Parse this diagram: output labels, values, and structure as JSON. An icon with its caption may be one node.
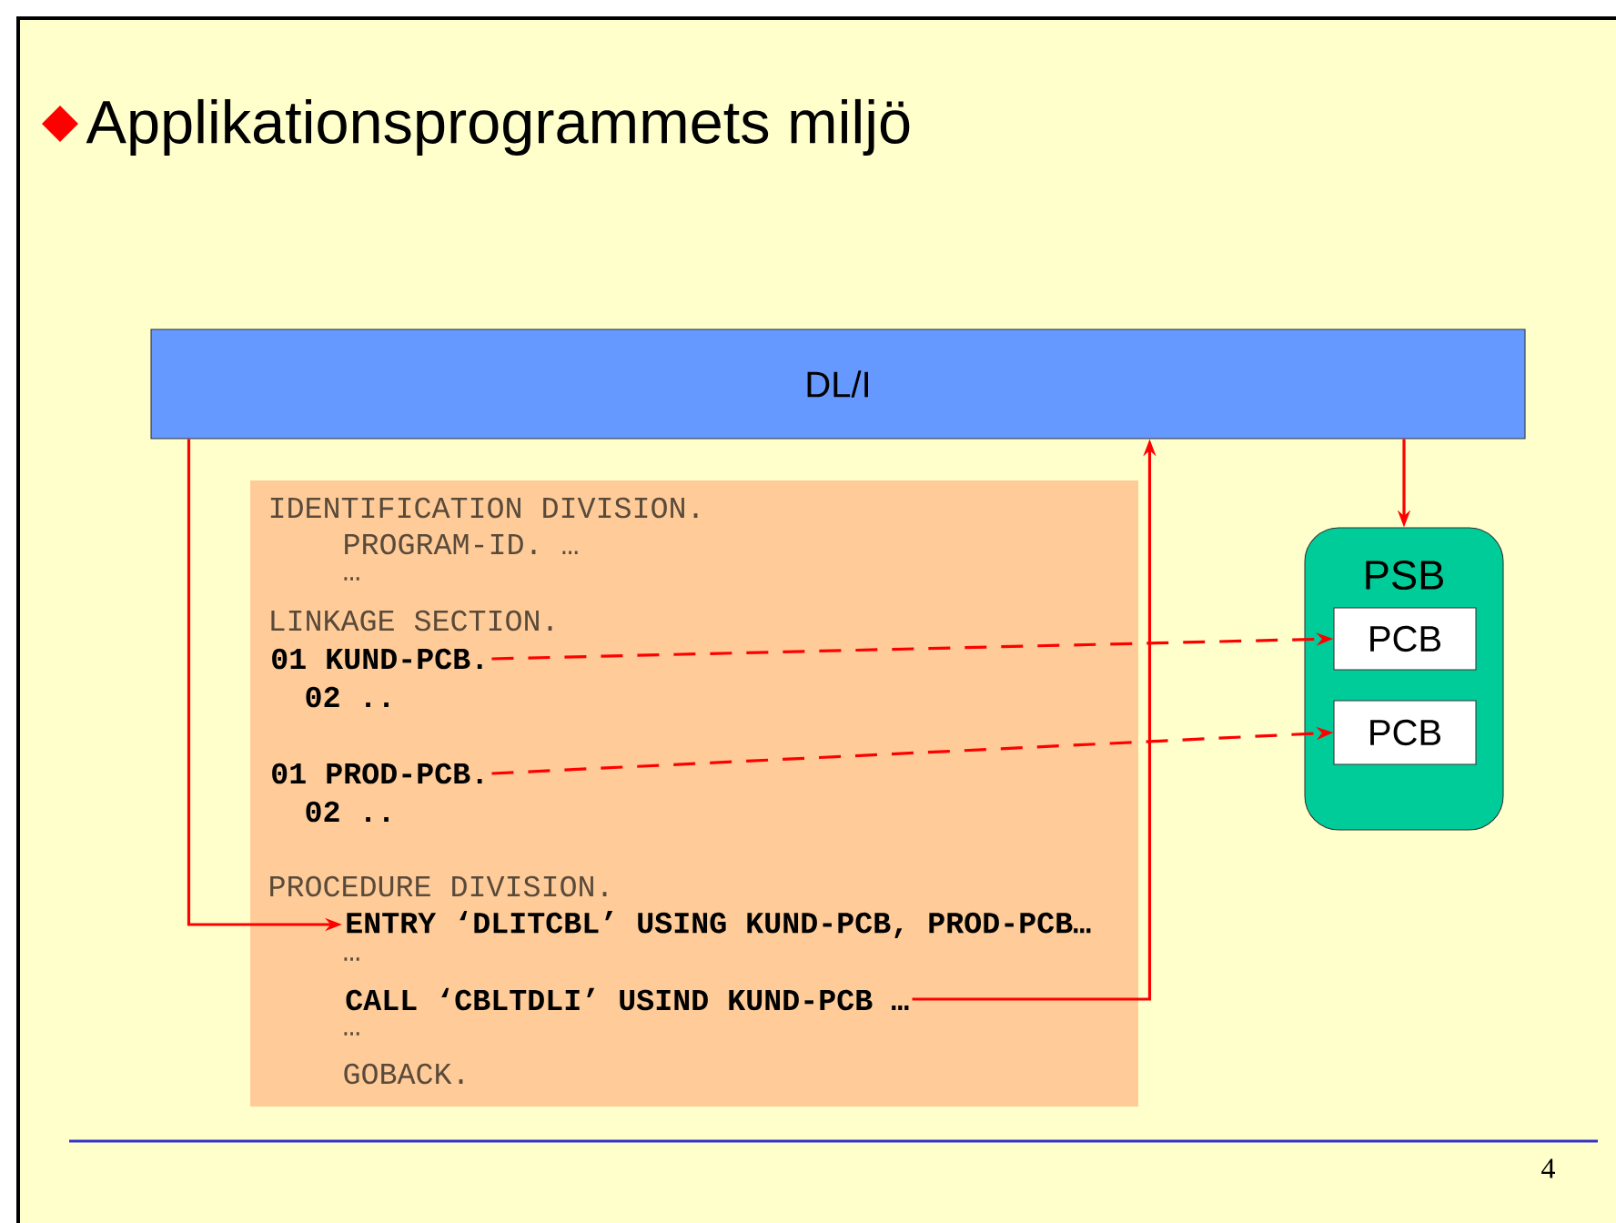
{
  "diagram": {
    "title": "Applikationsprogrammets miljö",
    "nodes": [
      {
        "text": [
          "DL/I"
        ]
      },
      {
        "text": [
          "IDENTIFICATION DIVISION.",
          "PROGRAM-ID. …",
          "…",
          "LINKAGE SECTION.",
          "02 ..",
          "02 ..",
          "PROCEDURE DIVISION.",
          "…",
          "…",
          "GOBACK."
        ]
      },
      {
        "text": [
          "01 KUND-PCB."
        ],
        "in": 1
      },
      {
        "text": [
          "01 PROD-PCB."
        ],
        "in": 1
      },
      {
        "text": [
          "ENTRY ‘DLITCBL’ USING KUND-PCB, PROD-PCB…"
        ],
        "in": 1
      },
      {
        "text": [
          "CALL ‘CBLTDLI’ USIND KUND-PCB …"
        ],
        "in": 1
      },
      {
        "text": [
          "PSB"
        ]
      },
      {
        "text": [
          "PCB"
        ],
        "in": 6
      },
      {
        "text": [
          "PCB"
        ],
        "in": 6
      }
    ],
    "edges": [
      {
        "from": 0,
        "to": 4,
        "arrow": "to"
      },
      {
        "from": 5,
        "to": 0,
        "arrow": "to"
      },
      {
        "from": 0,
        "to": 6,
        "arrow": "to"
      },
      {
        "from": 2,
        "to": 7,
        "arrow": "to",
        "style": "dashed"
      },
      {
        "from": 3,
        "to": 8,
        "arrow": "to",
        "style": "dashed"
      }
    ],
    "labels": [
      "4"
    ]
  }
}
